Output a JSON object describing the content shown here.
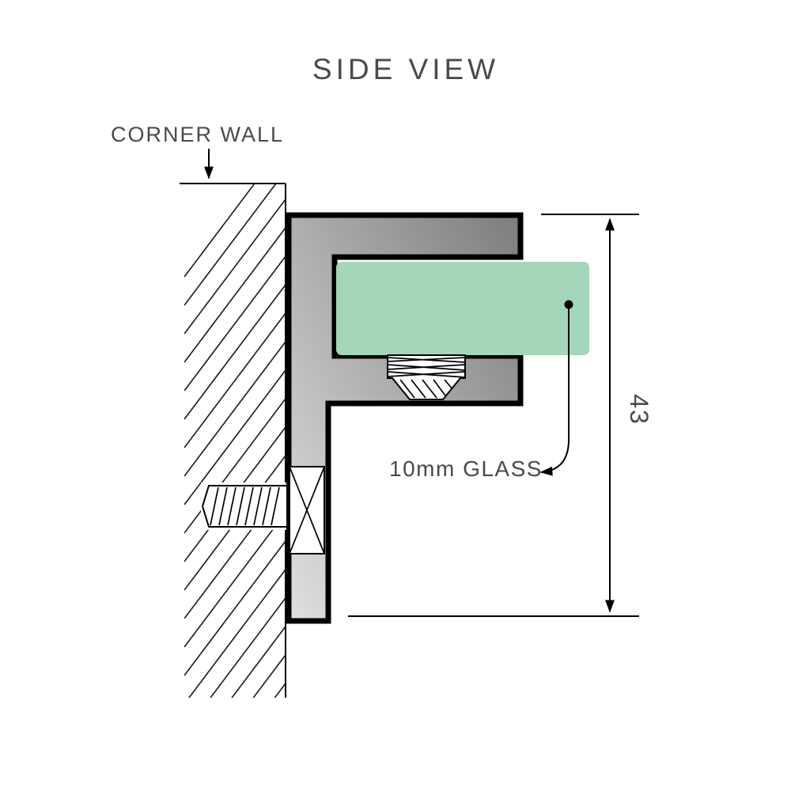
{
  "title": "SIDE VIEW",
  "labels": {
    "corner_wall": "CORNER WALL",
    "glass": "10mm GLASS",
    "dimension": "43"
  },
  "colors": {
    "glass": "#a4d6ba",
    "bracket_light": "#e0e0e0",
    "bracket_dark": "#7d7d7d",
    "text": "#4a4a4a",
    "line": "#000000"
  }
}
